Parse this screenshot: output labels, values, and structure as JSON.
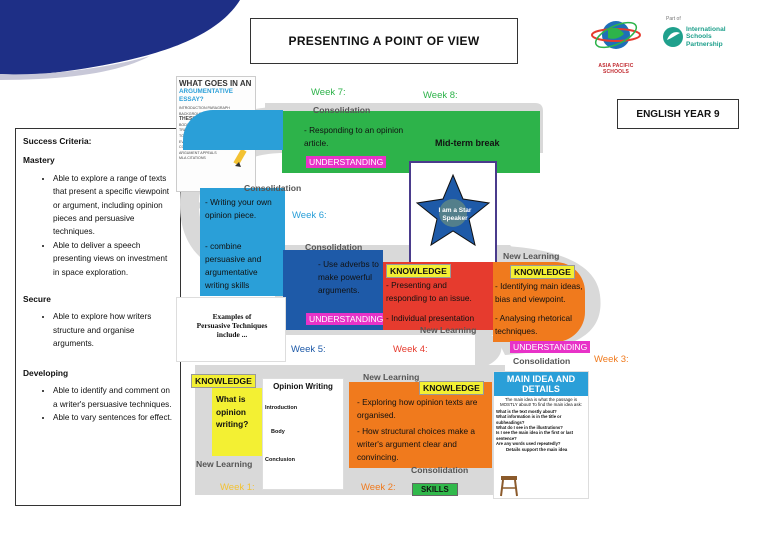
{
  "header": {
    "title": "PRESENTING A POINT OF VIEW",
    "year_label": "ENGLISH YEAR 9",
    "logo_apac": "ASIA PACIFIC SCHOOLS",
    "logo_partof": "Part of",
    "logo_isp": "International Schools Partnership"
  },
  "success_criteria": {
    "title": "Success Criteria:",
    "mastery_label": "Mastery",
    "mastery": [
      "Able to explore a range of texts that present a specific viewpoint or argument, including opinion pieces and persuasive techniques.",
      "Able to deliver a speech presenting views on investment in space exploration."
    ],
    "secure_label": "Secure",
    "secure": [
      "Able to explore how writers structure and organise arguments."
    ],
    "developing_label": "Developing",
    "developing": [
      "Able to identify and comment on a writer's persuasive techniques.",
      "Able to vary sentences for effect."
    ]
  },
  "poster_argumentative": {
    "title_1": "WHAT GOES IN AN",
    "title_2": "ARGUMENTATIVE ESSAY?",
    "items": [
      "INTRODUCTION PARAGRAPH",
      "BACKGROUND INFORMATION",
      "THESIS STATEMENT",
      "BODY PARAGRAPHS",
      "TRANSITION PHRASE",
      "TOPIC SENTENCE",
      "EVIDENCE AND ELABORATION",
      "COUNTER-ARGUMENTS",
      "ARGUMENT APPEALS",
      "MLA CITATIONS"
    ]
  },
  "weeks": {
    "w1": "Week 1:",
    "w2": "Week 2:",
    "w3": "Week 3:",
    "w4": "Week 4:",
    "w5": "Week 5:",
    "w6": "Week 6:",
    "w7": "Week 7:",
    "w8": "Week 8:"
  },
  "road_labels": {
    "consolidation_top": "Consolidation",
    "consolidation_left": "Consolidation",
    "consolidation_mid": "Consolidation",
    "consolidation_right": "Consolidation",
    "consolidation_bottom": "Consolidation",
    "new_learning_right": "New Learning",
    "new_learning_mid": "New Learning",
    "new_learning_bottom": "New Learning",
    "new_learning_left": "New Learning"
  },
  "week7": {
    "text": "- Responding to an opinion article.",
    "tag": "UNDERSTANDING"
  },
  "week8": {
    "text": "Mid-term break"
  },
  "star_poster": {
    "title": "I am a Star Speaker"
  },
  "week6": {
    "items": [
      "- Writing your own opinion piece.",
      "- combine persuasive and argumentative writing skills"
    ]
  },
  "week5": {
    "text": "- Use adverbs to make powerful arguments.",
    "tag": "UNDERSTANDING",
    "poster_title": "Examples of Persuasive Techniques include ..."
  },
  "week4": {
    "tag": "KNOWLEDGE",
    "items": [
      "- Presenting and responding to an issue.",
      "- Individual presentation"
    ]
  },
  "week3": {
    "tag": "KNOWLEDGE",
    "items": [
      "- Identifying main ideas, bias and viewpoint.",
      "- Analysing rhetorical techniques."
    ],
    "tag2": "UNDERSTANDING"
  },
  "week1": {
    "tag": "KNOWLEDGE",
    "question": "What is opinion writing?",
    "poster_title": "Opinion Writing",
    "poster_rows": [
      "Introduction",
      "Body",
      "Conclusion"
    ]
  },
  "week2": {
    "tag": "KNOWLEDGE",
    "items": [
      "- Exploring how opinion texts are organised.",
      "- How structural choices make a writer's argument clear and convincing."
    ],
    "tag2": "SKILLS"
  },
  "main_idea_poster": {
    "title": "MAIN IDEA AND DETAILS",
    "intro": "The main idea is what the passage is MOSTLY about! To find the main idea ask:",
    "questions": [
      "What is the text mostly about?",
      "What information is in the title or subheadings?",
      "What do I see in the illustrations?",
      "Is I see the main idea in the first or last sentence?",
      "Are any words used repeatedly?"
    ],
    "details": "Details support the main idea"
  },
  "colors": {
    "road": "#d8d8d8",
    "teal": "#1fa08c",
    "green": "#2db34a",
    "blue": "#2a9fd8",
    "dark_blue": "#1e5aa8",
    "red": "#e63b2e",
    "orange": "#f07a1d",
    "yellow": "#f3f033",
    "magenta": "#e832c8",
    "navy": "#1e2f86"
  }
}
